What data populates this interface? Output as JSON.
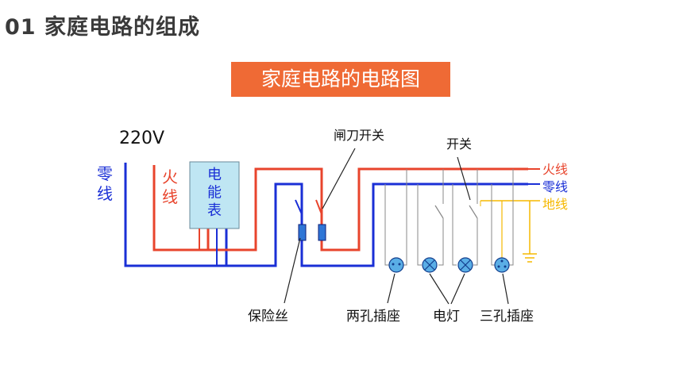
{
  "heading": "01 家庭电路的组成",
  "banner": "家庭电路的电路图",
  "diagram": {
    "voltage": "220V",
    "neutral_in_label": "零线",
    "live_in_label": "火线",
    "meter_label": "电能表",
    "knife_switch_label": "闸刀开关",
    "switch_label": "开关",
    "live_out_label": "火线",
    "neutral_out_label": "零线",
    "ground_out_label": "地线",
    "fuse_label": "保险丝",
    "two_hole_socket_label": "两孔插座",
    "lamp_label": "电灯",
    "three_hole_socket_label": "三孔插座",
    "colors": {
      "live": "#e8442c",
      "neutral": "#1a2fd6",
      "ground": "#f5b800",
      "thin_wire": "#888888",
      "meter_fill": "#bfe6f3",
      "banner": "#ef6a35"
    }
  }
}
